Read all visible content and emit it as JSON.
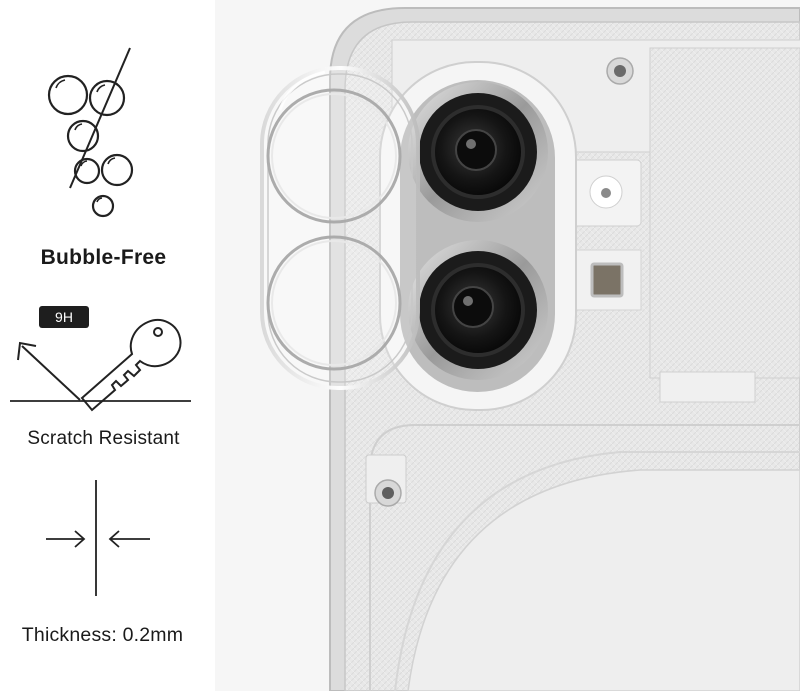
{
  "features": {
    "bubble_free": {
      "label": "Bubble-Free",
      "icon": "bubbles-icon"
    },
    "scratch_resistant": {
      "label": "Scratch Resistant",
      "icon": "key-scratch-icon",
      "badge": "9H"
    },
    "thickness": {
      "label": "Thickness: 0.2mm",
      "icon": "thickness-arrows-icon"
    }
  },
  "product_photo": {
    "subject": "phone-camera-lens-protector"
  },
  "colors": {
    "text": "#1a1a1a",
    "badge_bg": "#1e1e1e",
    "phone_body": "#e9e9e9",
    "lens": "#1b1b1b"
  }
}
